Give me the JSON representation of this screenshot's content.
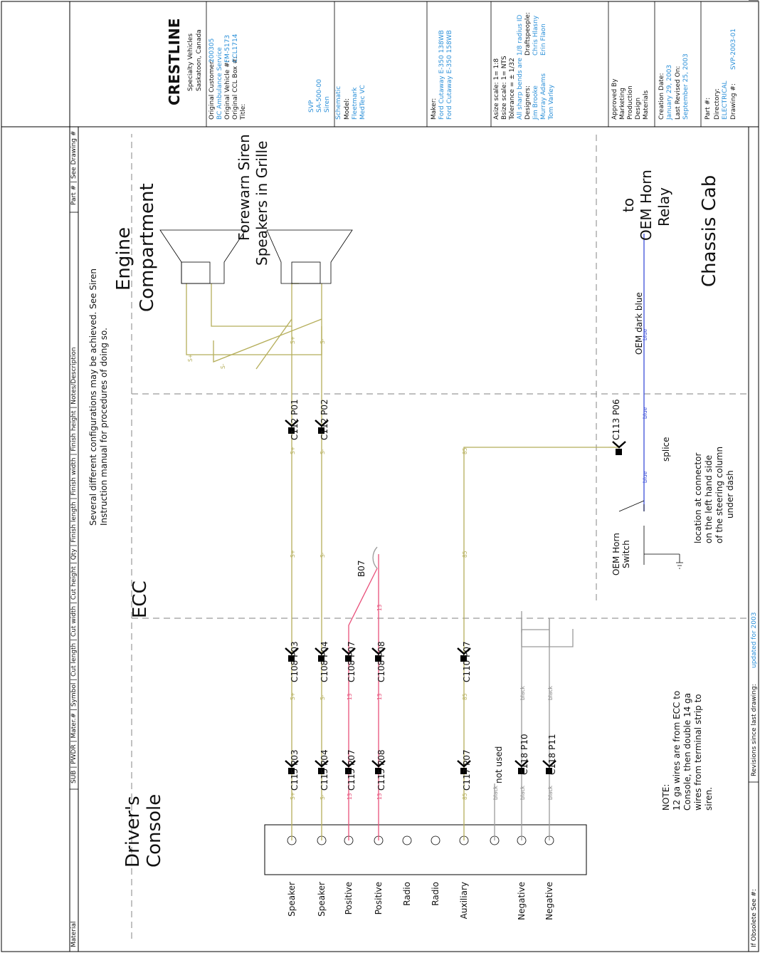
{
  "header": {
    "columns": [
      "Material",
      "SUB",
      "PWDR",
      "Mater.#",
      "Symbol",
      "Cut length",
      "Cut width",
      "Cut height",
      "Qty",
      "Finish length",
      "Finish width",
      "Finish height",
      "Notes/Description",
      "Part #",
      "See Drawing #"
    ],
    "col_material": "Material",
    "col_middle": "SUB | PWDR | Mater.# | Symbol | Cut length | Cut width | Cut height | Qty | Finish length | Finish width | Finish height | Notes/Description",
    "col_part": "Part #  |  See Drawing #"
  },
  "footer": {
    "obsolete": "If Obsolete See #:",
    "revisions_label": "Revisions since last drawing:",
    "revisions_value": "updated for 2003"
  },
  "notes": {
    "config_line1": "Several different configurations may be achieved.  See Siren",
    "config_line2": "Instruction manual for procedures of doing so.",
    "note_title": "NOTE:",
    "note_line1": "12 ga wires are from ECC to",
    "note_line2": "Console, then double 14 ga",
    "note_line3": "wires from terminal strip to",
    "note_line4": "siren."
  },
  "zones": {
    "drivers_console_1": "Driver's",
    "drivers_console_2": "Console",
    "ecc": "ECC",
    "engine_1": "Engine",
    "engine_2": "Compartment",
    "chassis": "Chassis Cab",
    "siren_1": "Forewarn Siren",
    "siren_2": "Speakers in Grille"
  },
  "terminals": [
    "Speaker",
    "Speaker",
    "Positive",
    "Positive",
    "Radio",
    "Radio",
    "Auxiliary",
    "Negative",
    "Negative"
  ],
  "connectors": {
    "c115_p03": "C115 P03",
    "c115_p04": "C115 P04",
    "c115_p07": "C115 P07",
    "c115_p08": "C115 P08",
    "c117_p07": "C117 P07",
    "c118_p10": "C118 P10",
    "c118_p11": "C118 P11",
    "c108_p03": "C108 P03",
    "c108_p04": "C108 P04",
    "c108_p07": "C108 P07",
    "c108_p08": "C108 P08",
    "c110_p07": "C110 P07",
    "c112_p01": "C112 P01",
    "c112_p02": "C112 P02",
    "c113_p06": "C113 P06",
    "not_used": "not used",
    "b07": "B07"
  },
  "horn": {
    "switch_1": "OEM Horn",
    "switch_2": "Switch",
    "splice": "splice",
    "location_1": "location at connector",
    "location_2": "on the left hand side",
    "location_3": "of the steering column",
    "location_4": "under dash",
    "wire_label": "OEM dark blue",
    "to": "to",
    "relay_1": "OEM Horn",
    "relay_2": "Relay"
  },
  "wire_labels": {
    "s_plus": "S+",
    "s_minus": "S-",
    "w13": "13",
    "w85": "85",
    "black": "black",
    "blue": "blue"
  },
  "title_block": {
    "logo": "CRESTLINE",
    "company_1": "Specialty Vehicles",
    "company_2": "Saskatoon, Canada",
    "orig_customer_label": "Original Customer:",
    "orig_customer_value": "200305",
    "orig_customer_sub": "BC Ambulance Service",
    "orig_vehicle_label": "Original Vehicle #:",
    "orig_vehicle_value": "FM-5173",
    "orig_box_label": "Original CCL Box #:",
    "orig_box_value": "CCL1714",
    "title_label": "Title:",
    "title_1": "SVP",
    "title_2": "SA-500-00",
    "title_3": "Siren",
    "title_4": "Schematic",
    "model_label": "Model:",
    "model_1": "Fleetmark",
    "model_2": "MedTec VC",
    "maker_label": "Maker:",
    "maker_1": "Ford Cutaway E-350 138WB",
    "maker_2": "Ford Cutaway E-350 158WB",
    "asize": "Asize scale: 1= 1:8",
    "bsize": "Bsize scale: 1= NTS",
    "tolerance": "Tolerance = ± 1/32",
    "bends": "All sharp bends are 1/8 radius ID",
    "designers_label": "Designers:",
    "draftspeople_label": "Draftspeople:",
    "designer_1": "Jim Brooke",
    "designer_2": "Murray Adams",
    "designer_3": "Tom Varley",
    "drafter_1": "Chris Hlasny",
    "drafter_2": "Erin Flaon",
    "approved_label": "Approved By",
    "approved_1": "Marketing",
    "approved_2": "Production",
    "approved_3": "Design",
    "approved_4": "Materials",
    "creation_label": "Creation Date:",
    "creation_value": "January 29, 2003",
    "revised_label": "Last Revised On:",
    "revised_value": "September 25, 2003",
    "part_label": "Part #:",
    "directory_label": "Directory:",
    "directory_value": "ELECTRICAL",
    "drawing_label": "Drawing #:",
    "drawing_value": "SVP-2003-01"
  }
}
